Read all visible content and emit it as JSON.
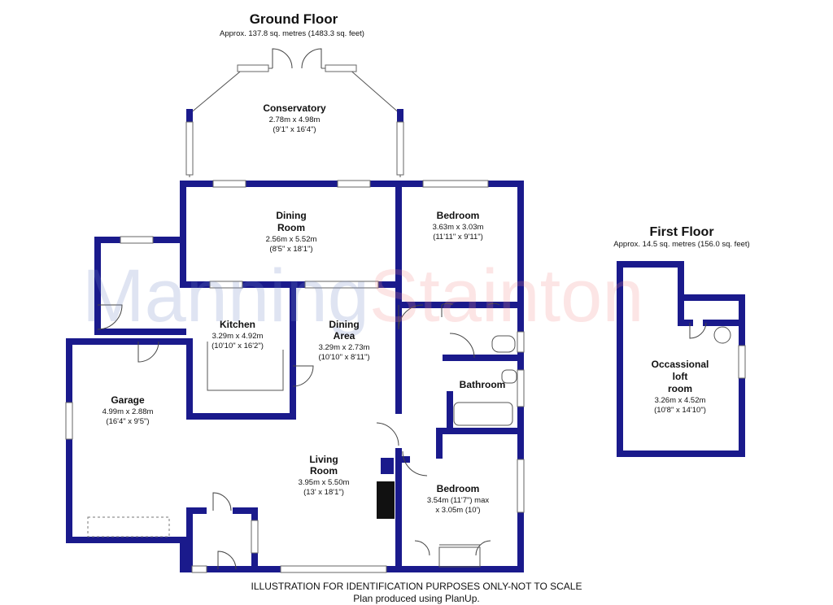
{
  "colors": {
    "wall": "#1a1a8c",
    "watermark_blue": "#6f86c6",
    "watermark_red": "#f08a8a",
    "fireplace": "#111111"
  },
  "header": {
    "ground_title": "Ground Floor",
    "ground_area": "Approx. 137.8 sq. metres (1483.3 sq. feet)",
    "first_title": "First Floor",
    "first_area": "Approx. 14.5 sq. metres (156.0 sq. feet)"
  },
  "watermark": {
    "part1": "Manning",
    "part2": "Stainton"
  },
  "rooms": {
    "conservatory": {
      "name": "Conservatory",
      "dim_m": "2.78m x 4.98m",
      "dim_ft": "(9'1\" x 16'4\")"
    },
    "dining_room": {
      "name1": "Dining",
      "name2": "Room",
      "dim_m": "2.56m x 5.52m",
      "dim_ft": "(8'5\" x 18'1\")"
    },
    "bedroom1": {
      "name": "Bedroom",
      "dim_m": "3.63m x 3.03m",
      "dim_ft": "(11'11\" x 9'11\")"
    },
    "kitchen": {
      "name": "Kitchen",
      "dim_m": "3.29m x 4.92m",
      "dim_ft": "(10'10\" x 16'2\")"
    },
    "dining_area": {
      "name1": "Dining",
      "name2": "Area",
      "dim_m": "3.29m x 2.73m",
      "dim_ft": "(10'10\" x 8'11\")"
    },
    "garage": {
      "name": "Garage",
      "dim_m": "4.99m x 2.88m",
      "dim_ft": "(16'4\" x 9'5\")"
    },
    "bathroom": {
      "name": "Bathroom"
    },
    "living_room": {
      "name1": "Living",
      "name2": "Room",
      "dim_m": "3.95m x 5.50m",
      "dim_ft": "(13' x 18'1\")"
    },
    "bedroom2": {
      "name": "Bedroom",
      "dim_m": "3.54m (11'7\") max",
      "dim_ft": "x 3.05m (10')"
    },
    "loft": {
      "name1": "Occassional",
      "name2": "loft",
      "name3": "room",
      "dim_m": "3.26m x 4.52m",
      "dim_ft": "(10'8\" x 14'10\")"
    }
  },
  "footer": {
    "line1": "ILLUSTRATION FOR IDENTIFICATION PURPOSES ONLY-NOT TO SCALE",
    "line2": "Plan produced using PlanUp."
  }
}
